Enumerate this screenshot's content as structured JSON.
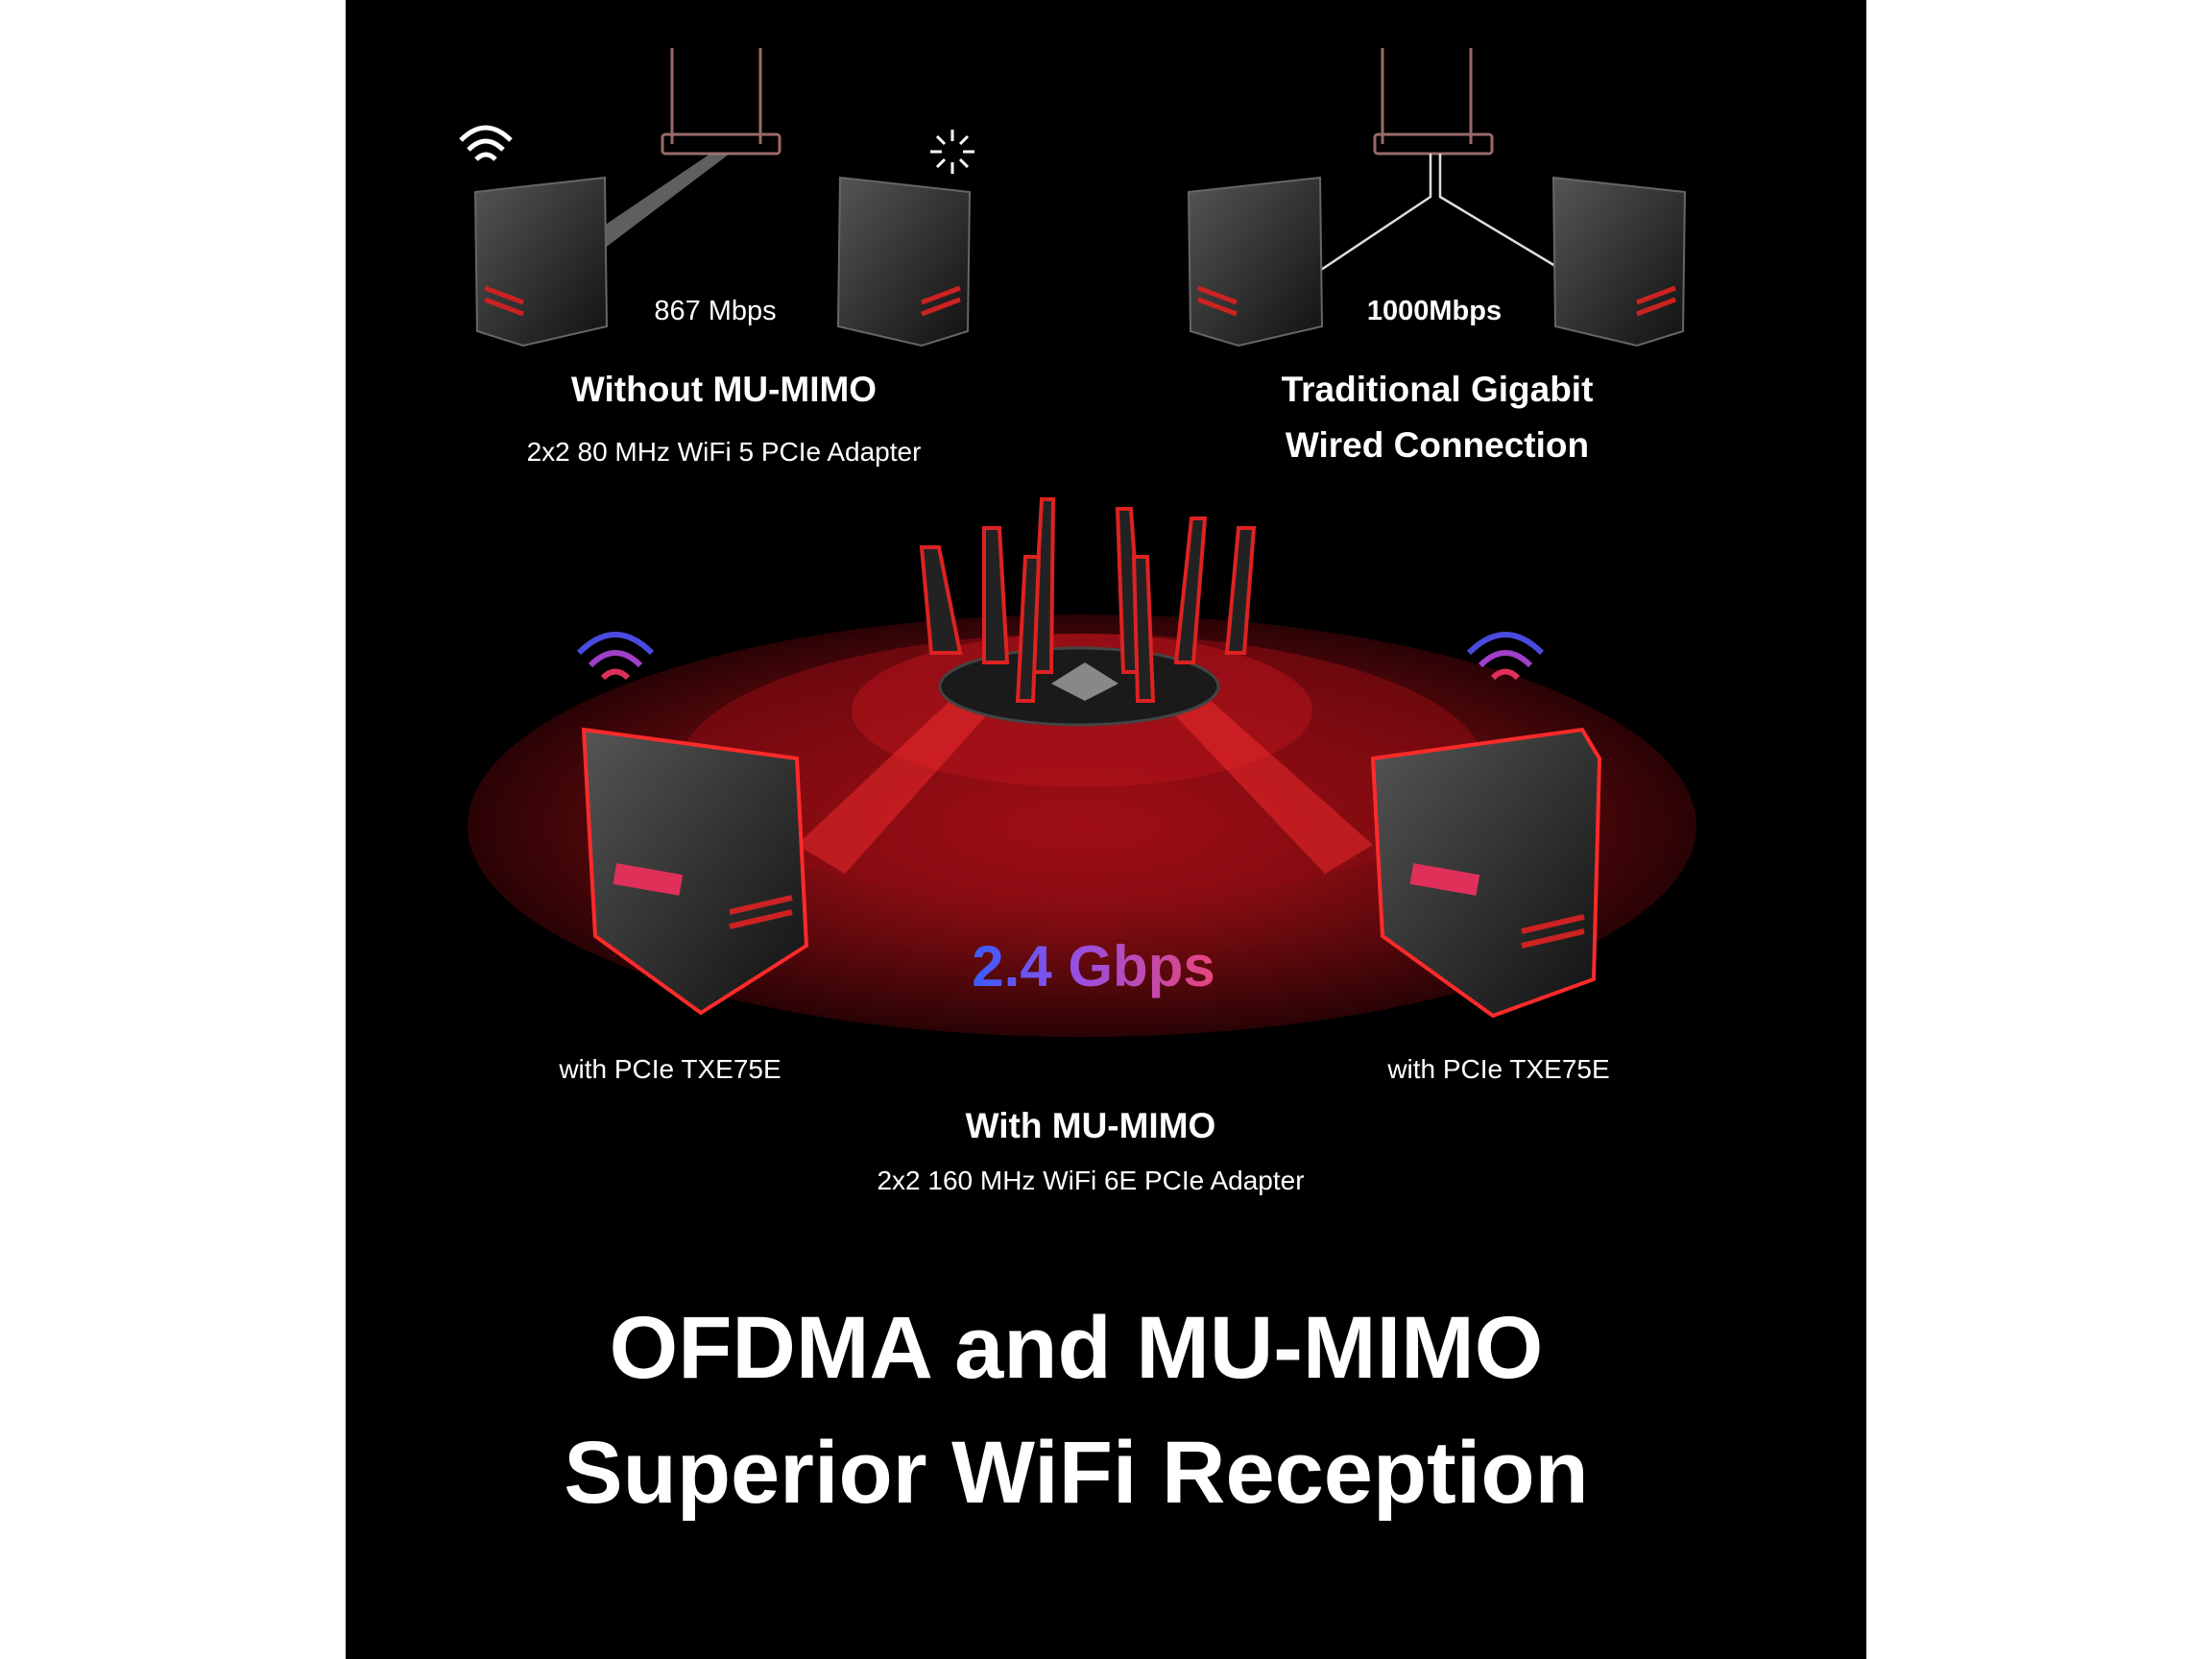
{
  "top_left": {
    "speed": "867 Mbps",
    "heading": "Without MU-MIMO",
    "subheading": "2x2 80 MHz WiFi 5 PCIe Adapter"
  },
  "top_right": {
    "speed": "1000Mbps",
    "heading_line1": "Traditional Gigabit",
    "heading_line2": "Wired Connection"
  },
  "center": {
    "speed": "2.4 Gbps",
    "left_label": "with PCIe TXE75E",
    "right_label": "with PCIe TXE75E",
    "heading": "With MU-MIMO",
    "subheading": "2x2 160 MHz WiFi 6E PCIe Adapter"
  },
  "title": {
    "line1": "OFDMA and MU-MIMO",
    "line2": "Superior WiFi Reception"
  },
  "colors": {
    "background": "#000000",
    "accent_red": "#e8262a",
    "gradient_start": "#3b5bff",
    "gradient_end": "#e8457a"
  }
}
